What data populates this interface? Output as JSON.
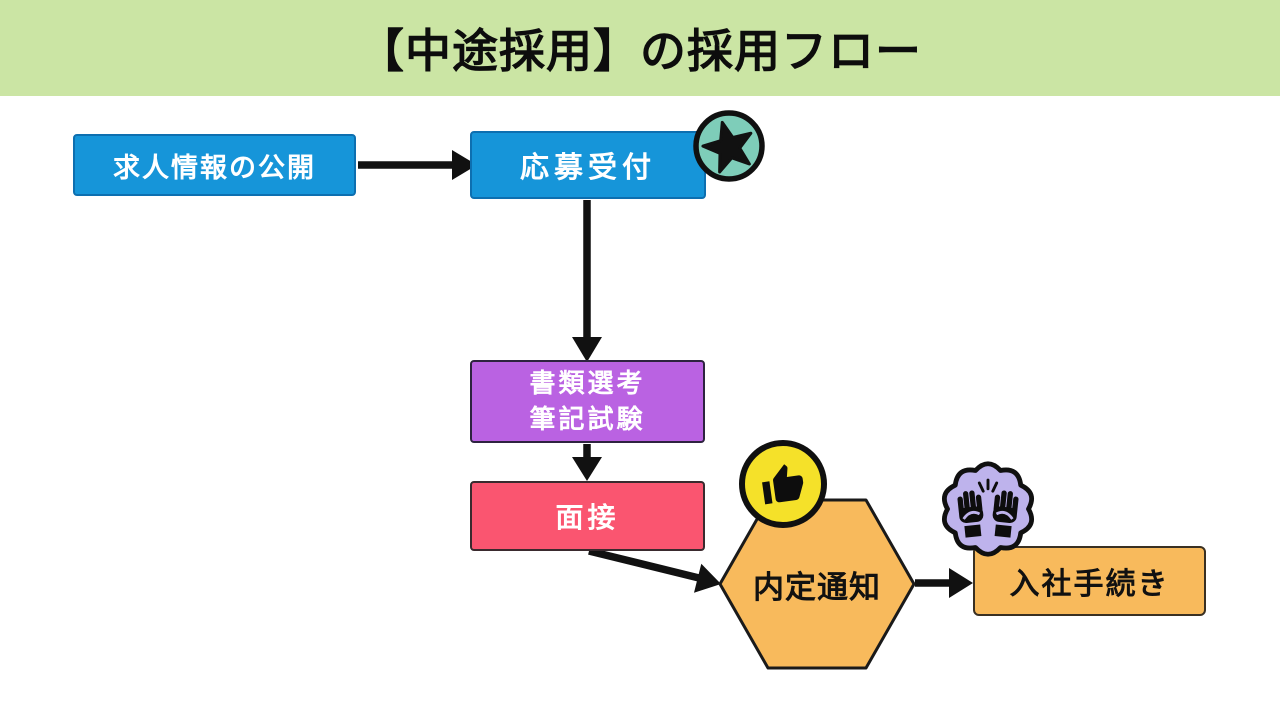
{
  "header": {
    "title": "【中途採用】の採用フロー",
    "bg_color": "#cbe5a4"
  },
  "diagram": {
    "nodes": {
      "job_posting": {
        "label": "求人情報の公開",
        "shape": "rect",
        "fill": "#1695d9",
        "text_color": "#ffffff"
      },
      "application": {
        "label": "応募受付",
        "shape": "rect",
        "fill": "#1695d9",
        "text_color": "#ffffff"
      },
      "screening": {
        "line1": "書類選考",
        "line2": "筆記試験",
        "shape": "rect",
        "fill": "#ba62e2",
        "text_color": "#ffffff"
      },
      "interview": {
        "label": "面接",
        "shape": "rect",
        "fill": "#fa5570",
        "text_color": "#ffffff"
      },
      "offer": {
        "label": "内定通知",
        "shape": "hexagon",
        "fill": "#f8ba5c",
        "text_color": "#111111"
      },
      "onboarding": {
        "label": "入社手続き",
        "shape": "rect",
        "fill": "#f8ba5c",
        "text_color": "#111111"
      }
    },
    "badges": {
      "star": {
        "icon": "star-icon",
        "fill": "#7ecdb9",
        "glyph_color": "#111111"
      },
      "thumbs_up": {
        "icon": "thumbs-up-icon",
        "fill": "#f5e129",
        "glyph_color": "#0d0d0d"
      },
      "raised_hands": {
        "icon": "raised-hands-icon",
        "fill": "#beb3ec",
        "glyph_color": "#0d0d0d"
      }
    },
    "arrow_color": "#111111"
  }
}
